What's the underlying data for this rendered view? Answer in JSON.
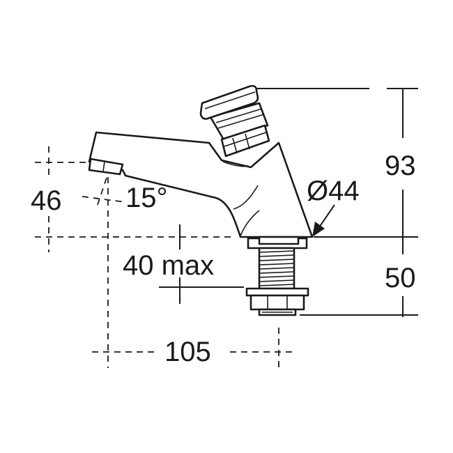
{
  "drawing": {
    "title": "",
    "dimensions": {
      "height_total": "93",
      "height_below_deck": "50",
      "spout_height": "46",
      "spout_angle": "15°",
      "base_diameter": "Ø44",
      "deck_thickness": "40 max",
      "spout_reach": "105"
    },
    "line_color": "#1a1a1a",
    "background": "#ffffff"
  }
}
